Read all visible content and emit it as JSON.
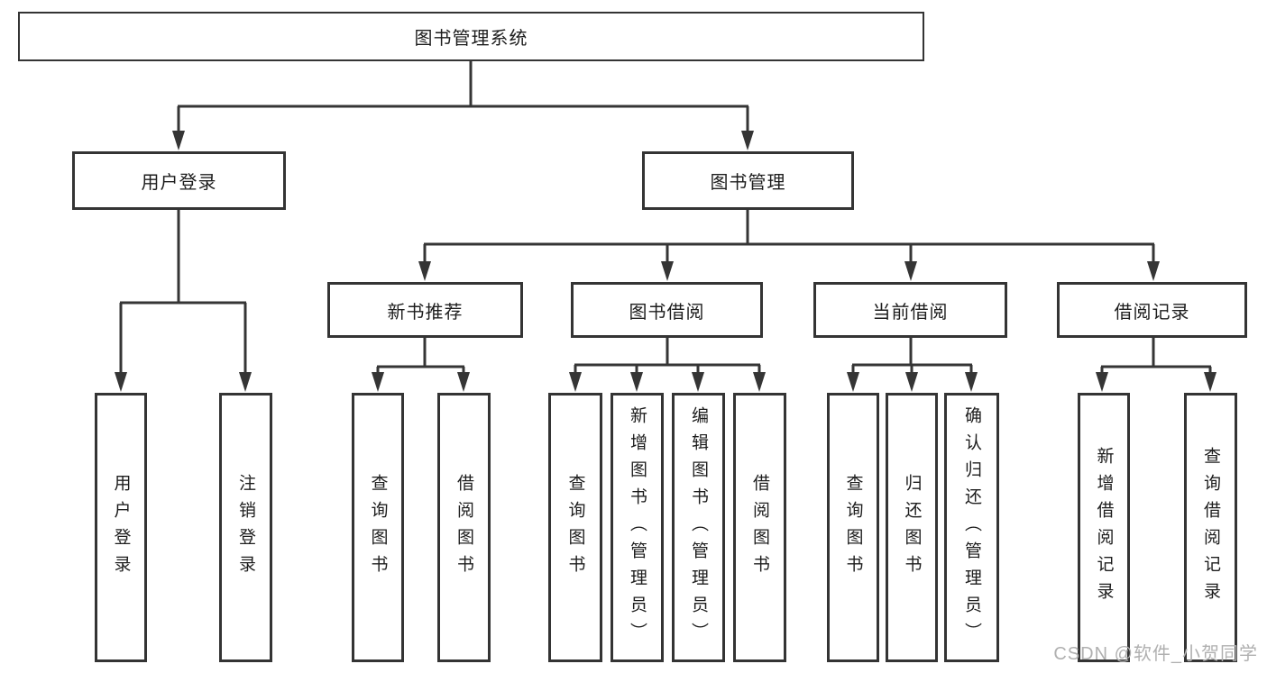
{
  "tree": {
    "root": {
      "label": "图书管理系统",
      "children": [
        {
          "label": "用户登录",
          "children": [
            {
              "label": "用户登录"
            },
            {
              "label": "注销登录"
            }
          ]
        },
        {
          "label": "图书管理",
          "children": [
            {
              "label": "新书推荐",
              "children": [
                {
                  "label": "查询图书"
                },
                {
                  "label": "借阅图书"
                }
              ]
            },
            {
              "label": "图书借阅",
              "children": [
                {
                  "label": "查询图书"
                },
                {
                  "label": "新增图书（管理员）"
                },
                {
                  "label": "编辑图书（管理员）"
                },
                {
                  "label": "借阅图书"
                }
              ]
            },
            {
              "label": "当前借阅",
              "children": [
                {
                  "label": "查询图书"
                },
                {
                  "label": "归还图书"
                },
                {
                  "label": "确认归还（管理员）"
                }
              ]
            },
            {
              "label": "借阅记录",
              "children": [
                {
                  "label": "新增借阅记录"
                },
                {
                  "label": "查询借阅记录"
                }
              ]
            }
          ]
        }
      ]
    }
  },
  "watermark": {
    "text": "CSDN @软件_小贺同学",
    "color": "#b0b0b0"
  },
  "colors": {
    "background": "#ffffff",
    "line": "#353535",
    "box_border": "#343434",
    "text": "#1d1d1d"
  }
}
